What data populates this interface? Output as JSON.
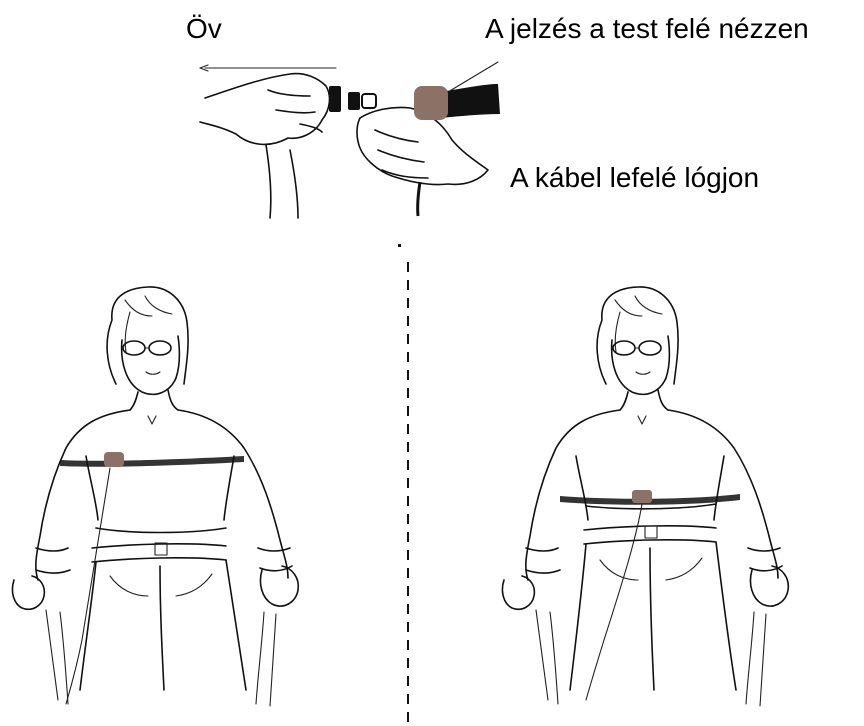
{
  "labels": {
    "belt": "Öv",
    "marking": "A jelzés a test felé nézzen",
    "cable": "A kábel lefelé lógjon"
  },
  "colors": {
    "sensor": "#8c7266",
    "belt": "#111111",
    "ink": "#111111",
    "background": "#ffffff"
  },
  "figures": {
    "left": "chest-belt-placement",
    "right": "waist-belt-placement"
  }
}
